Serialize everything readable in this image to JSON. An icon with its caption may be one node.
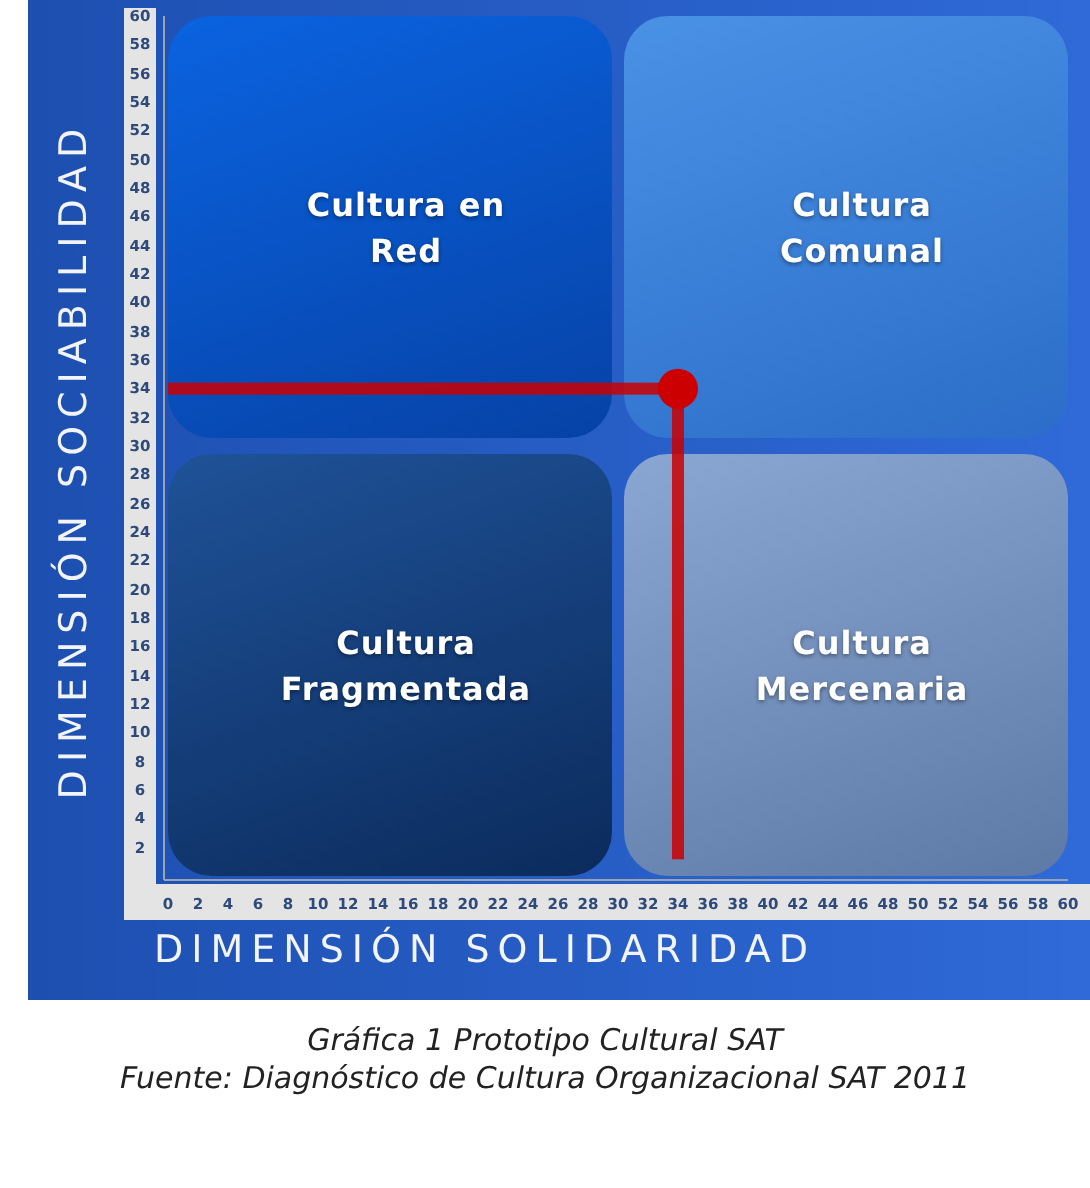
{
  "diagram": {
    "caption": "Gráfica 1 Prototipo Cultural SAT",
    "nodes": [
      {
        "text": [
          "Cultura en Red"
        ]
      },
      {
        "text": [
          "Cultura Comunal"
        ]
      },
      {
        "text": [
          "Cultura Fragmentada"
        ]
      },
      {
        "text": [
          "Cultura Mercenaria"
        ]
      }
    ],
    "labels": [
      "Fuente: Diagnóstico de Cultura Organizacional SAT 2011"
    ],
    "chart_data": {
      "type": "scatter",
      "xlabel": "DIMENSIÓN SOLIDARIDAD",
      "ylabel": "DIMENSIÓN SOCIABILIDAD",
      "x": [
        34
      ],
      "series": [
        {
          "color": "#cc0000",
          "values": [
            34
          ]
        }
      ],
      "xlim": [
        0,
        60
      ],
      "ylim": [
        0,
        60
      ],
      "xticks": [
        0,
        2,
        4,
        6,
        8,
        10,
        12,
        14,
        16,
        18,
        20,
        22,
        24,
        26,
        28,
        30,
        32,
        34,
        36,
        38,
        40,
        42,
        44,
        46,
        48,
        50,
        52,
        54,
        56,
        58,
        60
      ],
      "yticks": [
        2,
        4,
        6,
        8,
        10,
        12,
        14,
        16,
        18,
        20,
        22,
        24,
        26,
        28,
        30,
        32,
        34,
        36,
        38,
        40,
        42,
        44,
        46,
        48,
        50,
        52,
        54,
        56,
        58,
        60
      ]
    }
  }
}
